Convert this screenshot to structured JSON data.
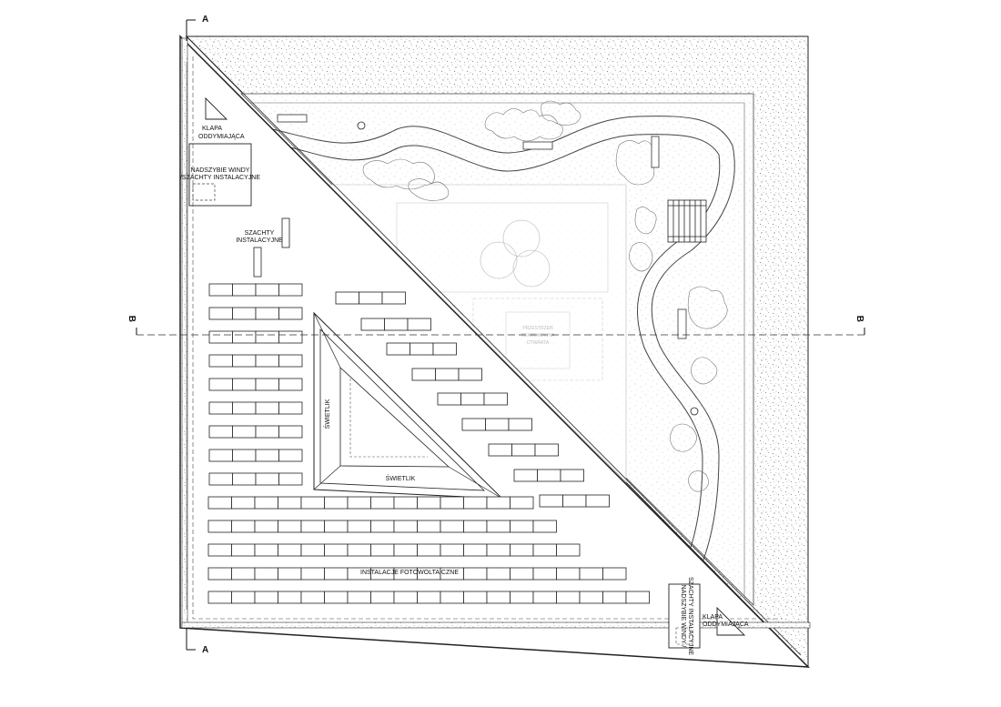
{
  "section_markers": {
    "a_top": "A",
    "a_bottom": "A",
    "b_left": "B",
    "b_right": "B"
  },
  "labels": {
    "smoke_hatch_top": [
      "KLAPA",
      "ODDYMIAJĄCA"
    ],
    "elevator_overrun_top": [
      "NADSZYBIE WINDY",
      "/SZACHTY INSTALACYJNE"
    ],
    "shafts": [
      "SZACHTY",
      "INSTALACYJNE"
    ],
    "skylight_vertical": "ŚWIETLIK",
    "skylight_horizontal": "ŚWIETLIK",
    "photovoltaics": "INSTALACJE  FOTOWOLTAICZNE",
    "elevator_overrun_bottom": [
      "NADSZYBIE WINDY /",
      "SZACHTY INSTALACYJNE"
    ],
    "smoke_hatch_bottom": [
      "KLAPA",
      "ODDYMIAJĄCA"
    ]
  },
  "faint_labels": [
    "PRZESTRZEŃ",
    "REKREACYJNA",
    "OTWARTA"
  ],
  "colors": {
    "line": "#222222",
    "gravel": "#9a9a9a",
    "faint": "#c8c8c8"
  },
  "icons": [
    "bench-icon",
    "tree-icon",
    "pergola-icon",
    "photovoltaic-panel-icon"
  ]
}
